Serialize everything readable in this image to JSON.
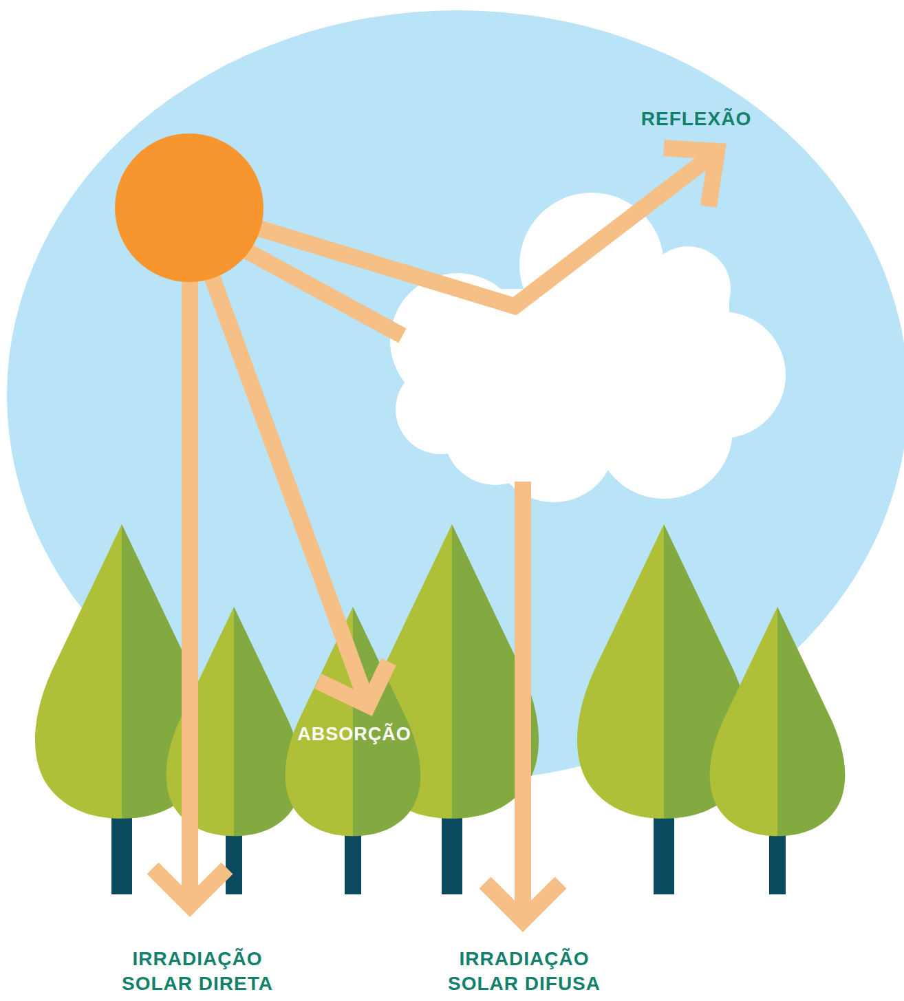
{
  "diagram": {
    "labels": [
      "REFLEXÃO",
      "ABSORÇÃO",
      "IRRADIAÇÃO SOLAR DIRETA",
      "IRRADIAÇÃO SOLAR DIFUSA"
    ]
  }
}
